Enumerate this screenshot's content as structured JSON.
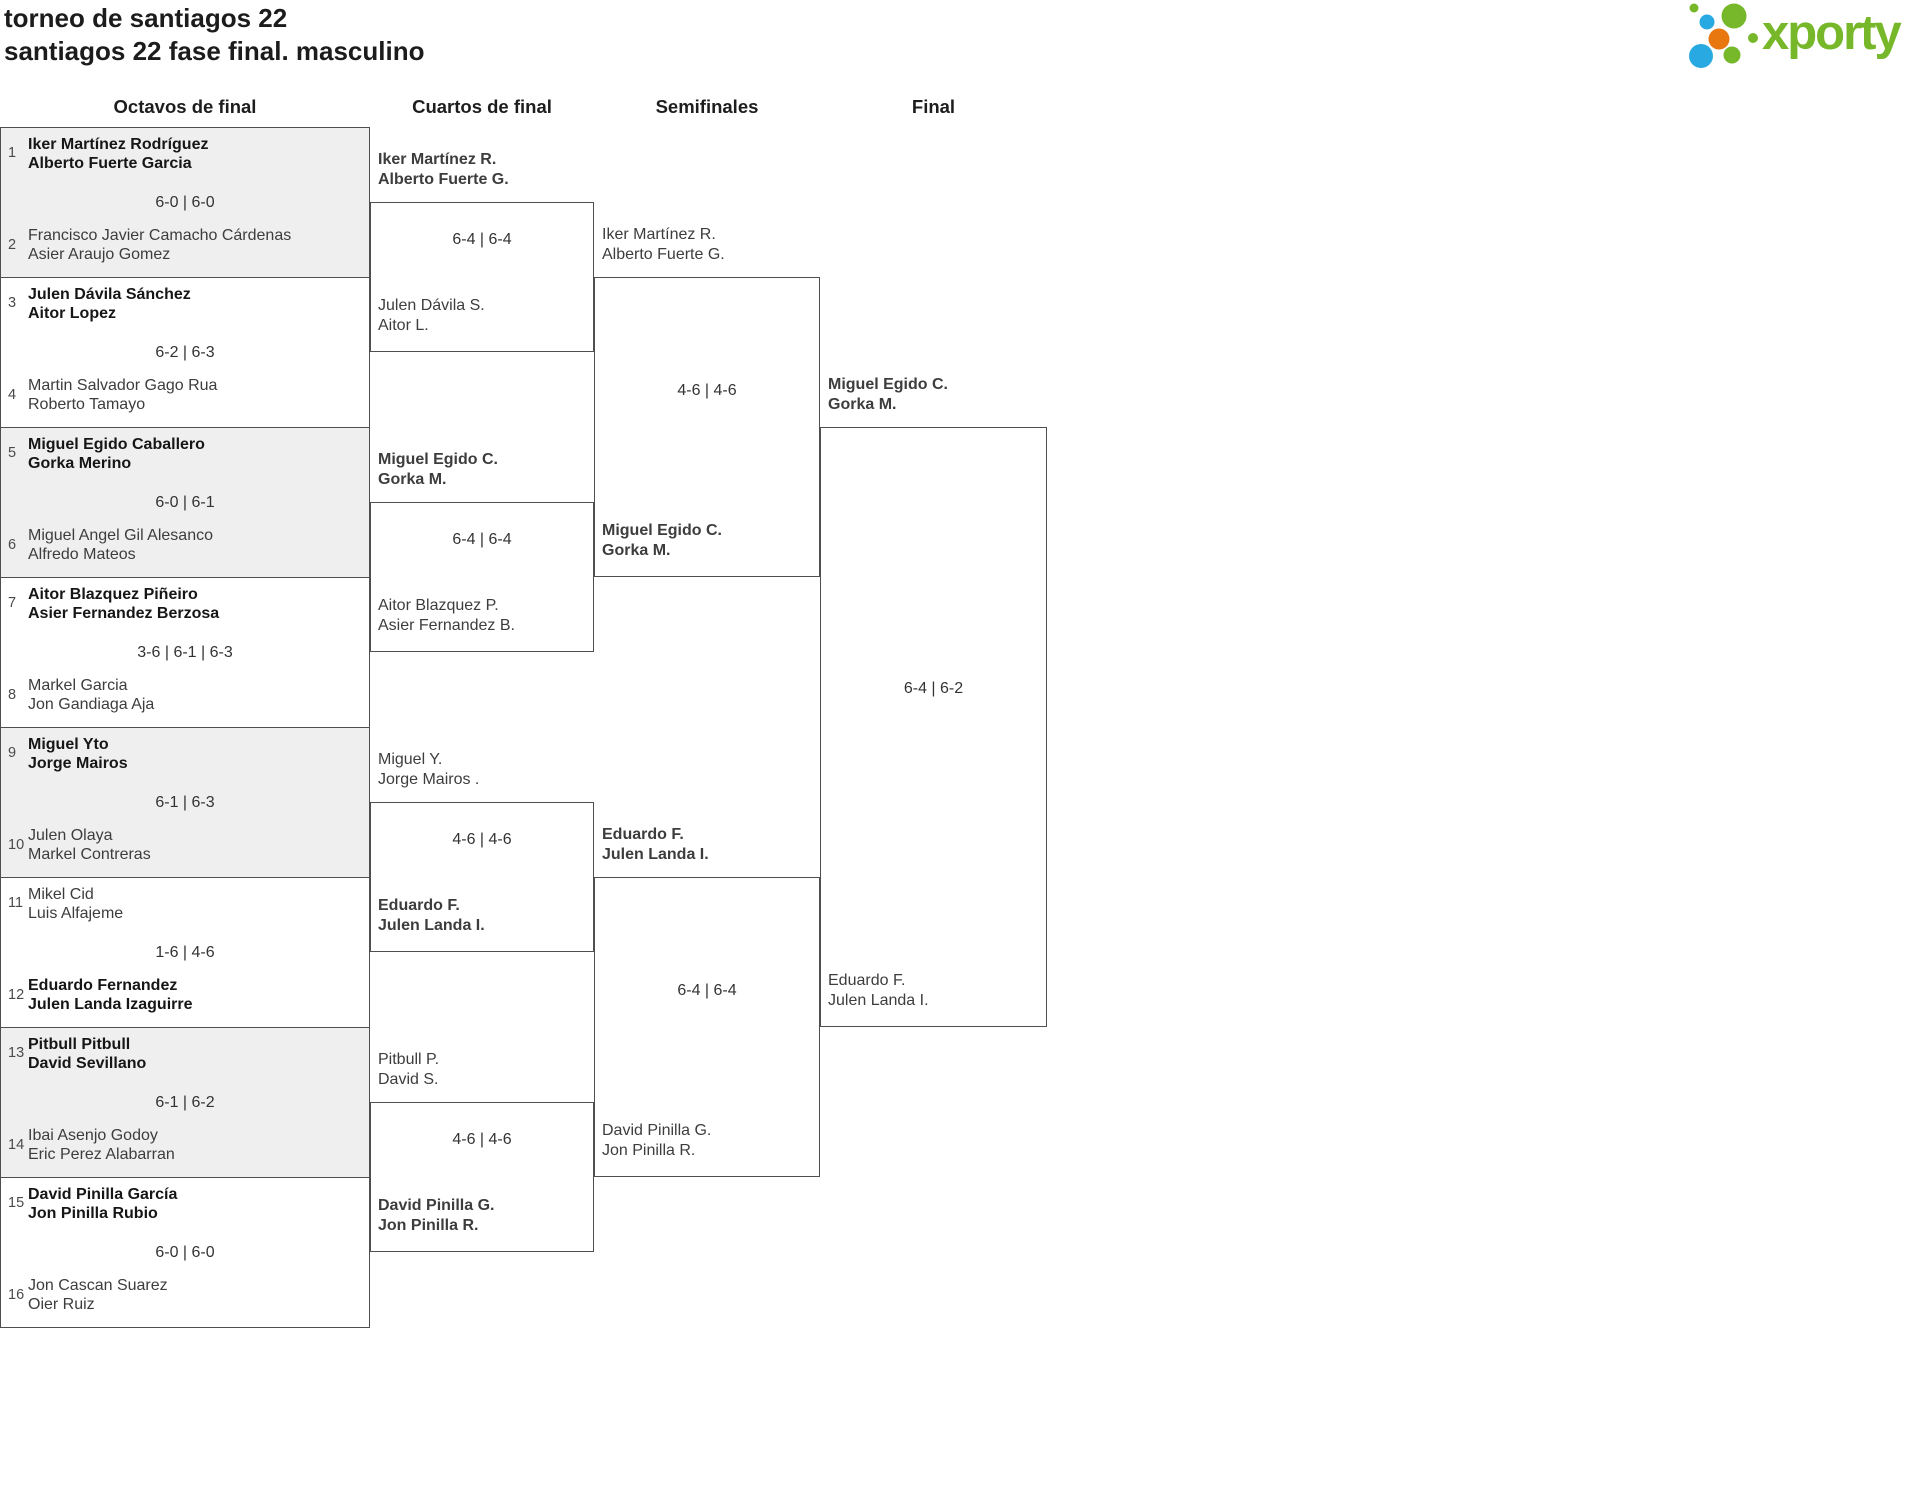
{
  "header": {
    "title_line1": "torneo de santiagos 22",
    "title_line2": "santiagos 22 fase final. masculino",
    "logo_text": "xporty"
  },
  "round_headers": [
    "Octavos de final",
    "Cuartos de final",
    "Semifinales",
    "Final"
  ],
  "bracket": {
    "octavos": [
      {
        "seed_top": "1",
        "top": [
          "Iker Martínez Rodríguez",
          "Alberto Fuerte Garcia"
        ],
        "top_winner": true,
        "score": "6-0 | 6-0",
        "seed_bottom": "2",
        "bottom": [
          "Francisco Javier Camacho Cárdenas",
          "Asier Araujo Gomez"
        ],
        "bottom_winner": false,
        "shaded": true
      },
      {
        "seed_top": "3",
        "top": [
          "Julen Dávila Sánchez",
          "Aitor Lopez"
        ],
        "top_winner": true,
        "score": "6-2 | 6-3",
        "seed_bottom": "4",
        "bottom": [
          "Martin Salvador Gago Rua",
          "Roberto Tamayo"
        ],
        "bottom_winner": false,
        "shaded": false
      },
      {
        "seed_top": "5",
        "top": [
          "Miguel Egido Caballero",
          "Gorka Merino"
        ],
        "top_winner": true,
        "score": "6-0 | 6-1",
        "seed_bottom": "6",
        "bottom": [
          "Miguel Angel Gil Alesanco",
          "Alfredo Mateos"
        ],
        "bottom_winner": false,
        "shaded": true
      },
      {
        "seed_top": "7",
        "top": [
          "Aitor Blazquez Piñeiro",
          "Asier Fernandez Berzosa"
        ],
        "top_winner": true,
        "score": "3-6 | 6-1 | 6-3",
        "seed_bottom": "8",
        "bottom": [
          "Markel Garcia",
          "Jon Gandiaga Aja"
        ],
        "bottom_winner": false,
        "shaded": false
      },
      {
        "seed_top": "9",
        "top": [
          "Miguel Yto",
          "Jorge Mairos"
        ],
        "top_winner": true,
        "score": "6-1 | 6-3",
        "seed_bottom": "10",
        "bottom": [
          "Julen Olaya",
          "Markel Contreras"
        ],
        "bottom_winner": false,
        "shaded": true
      },
      {
        "seed_top": "11",
        "top": [
          "Mikel Cid",
          "Luis Alfajeme"
        ],
        "top_winner": false,
        "score": "1-6 | 4-6",
        "seed_bottom": "12",
        "bottom": [
          "Eduardo Fernandez",
          "Julen Landa Izaguirre"
        ],
        "bottom_winner": true,
        "shaded": false
      },
      {
        "seed_top": "13",
        "top": [
          "Pitbull Pitbull",
          "David Sevillano"
        ],
        "top_winner": true,
        "score": "6-1 | 6-2",
        "seed_bottom": "14",
        "bottom": [
          "Ibai Asenjo Godoy",
          "Eric Perez Alabarran"
        ],
        "bottom_winner": false,
        "shaded": true
      },
      {
        "seed_top": "15",
        "top": [
          "David Pinilla García",
          "Jon Pinilla Rubio"
        ],
        "top_winner": true,
        "score": "6-0 | 6-0",
        "seed_bottom": "16",
        "bottom": [
          "Jon Cascan Suarez",
          "Oier Ruiz"
        ],
        "bottom_winner": false,
        "shaded": false
      }
    ],
    "cuartos": [
      {
        "top": [
          "Iker Martínez R.",
          "Alberto Fuerte G."
        ],
        "top_winner": true,
        "score": "6-4 | 6-4",
        "bottom": [
          "Julen Dávila S.",
          "Aitor L."
        ],
        "bottom_winner": false
      },
      {
        "top": [
          "Miguel Egido C.",
          "Gorka M."
        ],
        "top_winner": true,
        "score": "6-4 | 6-4",
        "bottom": [
          "Aitor Blazquez P.",
          "Asier Fernandez B."
        ],
        "bottom_winner": false
      },
      {
        "top": [
          "Miguel Y.",
          "Jorge Mairos ."
        ],
        "top_winner": false,
        "score": "4-6 | 4-6",
        "bottom": [
          "Eduardo F.",
          "Julen Landa I."
        ],
        "bottom_winner": true
      },
      {
        "top": [
          "Pitbull P.",
          "David S."
        ],
        "top_winner": false,
        "score": "4-6 | 4-6",
        "bottom": [
          "David Pinilla G.",
          "Jon Pinilla R."
        ],
        "bottom_winner": true
      }
    ],
    "semifinales": [
      {
        "top": [
          "Iker Martínez R.",
          "Alberto Fuerte G."
        ],
        "top_winner": false,
        "score": "4-6 | 4-6",
        "bottom": [
          "Miguel Egido C.",
          "Gorka M."
        ],
        "bottom_winner": true
      },
      {
        "top": [
          "Eduardo F.",
          "Julen Landa I."
        ],
        "top_winner": true,
        "score": "6-4 | 6-4",
        "bottom": [
          "David Pinilla G.",
          "Jon Pinilla R."
        ],
        "bottom_winner": false
      }
    ],
    "final": [
      {
        "top": [
          "Miguel Egido C.",
          "Gorka M."
        ],
        "top_winner": true,
        "score": "6-4 | 6-2",
        "bottom": [
          "Eduardo F.",
          "Julen Landa I."
        ],
        "bottom_winner": false
      }
    ]
  },
  "colors": {
    "brand_green": "#76b82a",
    "brand_blue": "#29a9e1",
    "brand_orange": "#e8770f",
    "box_border": "#4f4f4f",
    "shaded_box": "#efefef",
    "winner_text": "#161616",
    "regular_text": "#3d3d3d"
  }
}
